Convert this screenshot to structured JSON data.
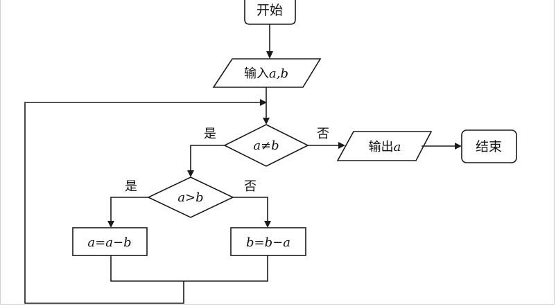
{
  "flowchart": {
    "start": "开始",
    "input": {
      "prefix": "输入",
      "vars": "a,b"
    },
    "cond1": {
      "left": "a",
      "op": "≠",
      "right": "b"
    },
    "cond1_yes": "是",
    "cond1_no": "否",
    "output": {
      "prefix": "输出",
      "var": "a"
    },
    "end": "结束",
    "cond2": {
      "left": "a",
      "op": ">",
      "right": "b"
    },
    "cond2_yes": "是",
    "cond2_no": "否",
    "assign_left": {
      "lhs": "a",
      "eq": "=",
      "a": "a",
      "minus": "−",
      "b": "b"
    },
    "assign_right": {
      "lhs": "b",
      "eq": "=",
      "a": "b",
      "minus": "−",
      "b": "a"
    }
  }
}
